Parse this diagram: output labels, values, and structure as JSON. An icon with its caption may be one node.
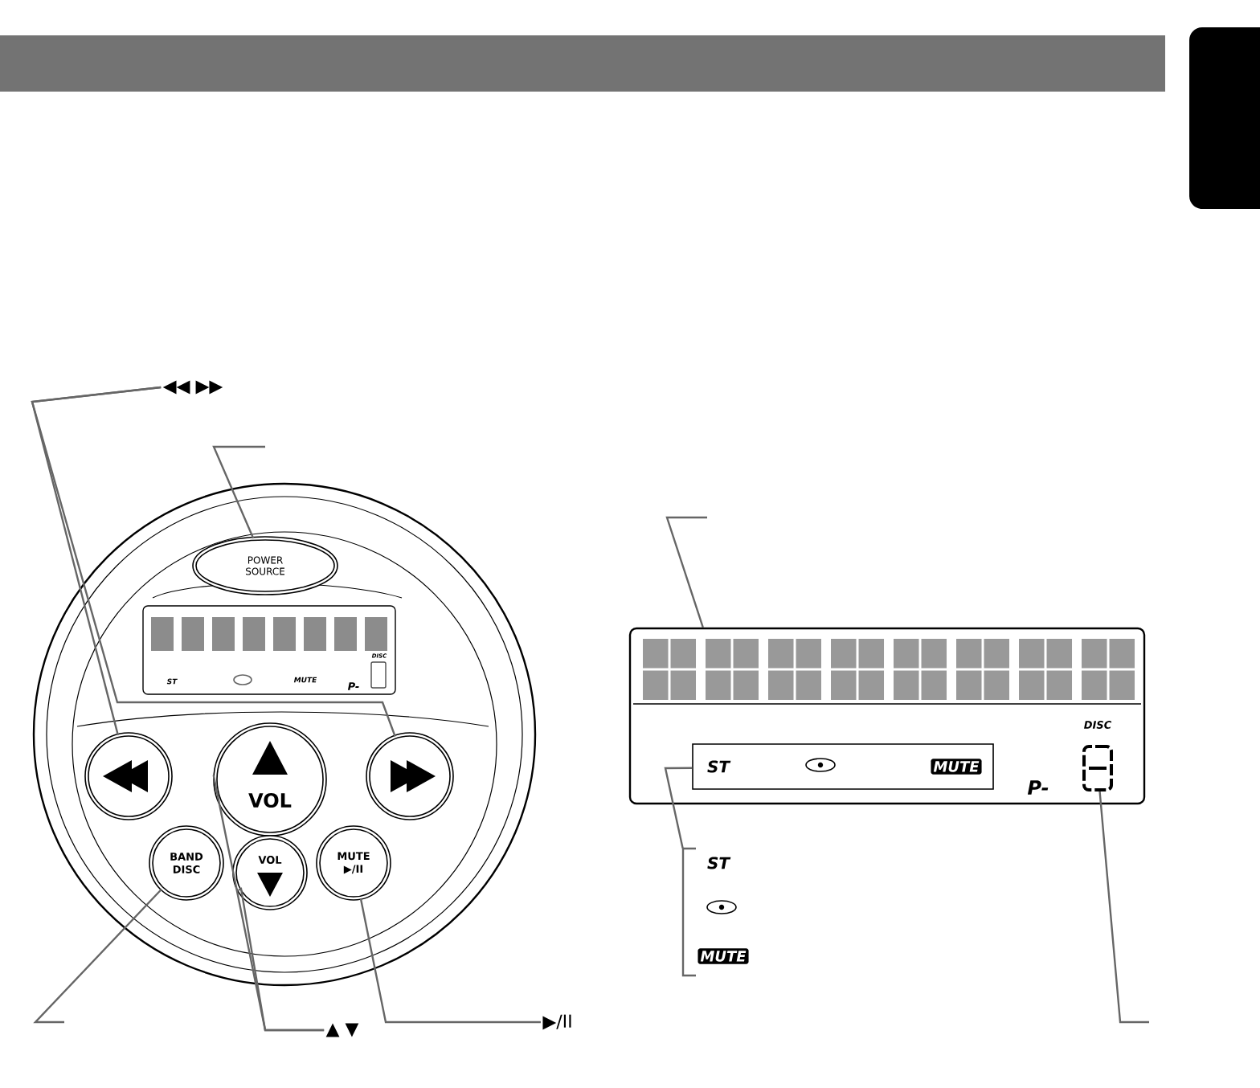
{
  "diagram": {
    "nodes": [
      {
        "text": [
          "◀◀ ▶▶"
        ]
      },
      {
        "text": [
          "POWER SOURCE"
        ]
      },
      {
        "text": [],
        "shape": "circle"
      },
      {
        "text": [],
        "shape": "circle"
      },
      {
        "text": [
          "VOL"
        ]
      },
      {
        "text": [
          "VOL"
        ]
      },
      {
        "text": [
          "BAND DISC"
        ]
      },
      {
        "text": [
          "MUTE ▶/II"
        ]
      },
      {
        "text": [
          "▶/II"
        ]
      },
      {
        "text": [
          "▲ ▼"
        ]
      },
      {
        "text": [],
        "shape": "box"
      },
      {
        "text": [
          "ST",
          "MUTE"
        ],
        "in": 10
      },
      {
        "text": [
          "ST",
          "MUTE"
        ]
      },
      {
        "text": [],
        "shape": "digit",
        "in": 10
      }
    ],
    "edges": [
      {
        "from": 0,
        "to": 2,
        "arrow": "none"
      },
      {
        "from": 0,
        "to": 3,
        "arrow": "none"
      },
      {
        "from": null,
        "to": 1,
        "arrow": "none"
      },
      {
        "from": 9,
        "to": 4,
        "arrow": "none"
      },
      {
        "from": 9,
        "to": 5,
        "arrow": "none"
      },
      {
        "from": null,
        "to": 6,
        "arrow": "none"
      },
      {
        "from": 8,
        "to": 7,
        "arrow": "none"
      },
      {
        "from": null,
        "to": 10,
        "arrow": "none"
      },
      {
        "from": 12,
        "to": 11,
        "arrow": "none"
      },
      {
        "from": null,
        "to": 13,
        "arrow": "none"
      }
    ],
    "labels": [
      "DISC",
      "ST",
      "MUTE",
      "P-",
      "DISC",
      "P-"
    ]
  }
}
